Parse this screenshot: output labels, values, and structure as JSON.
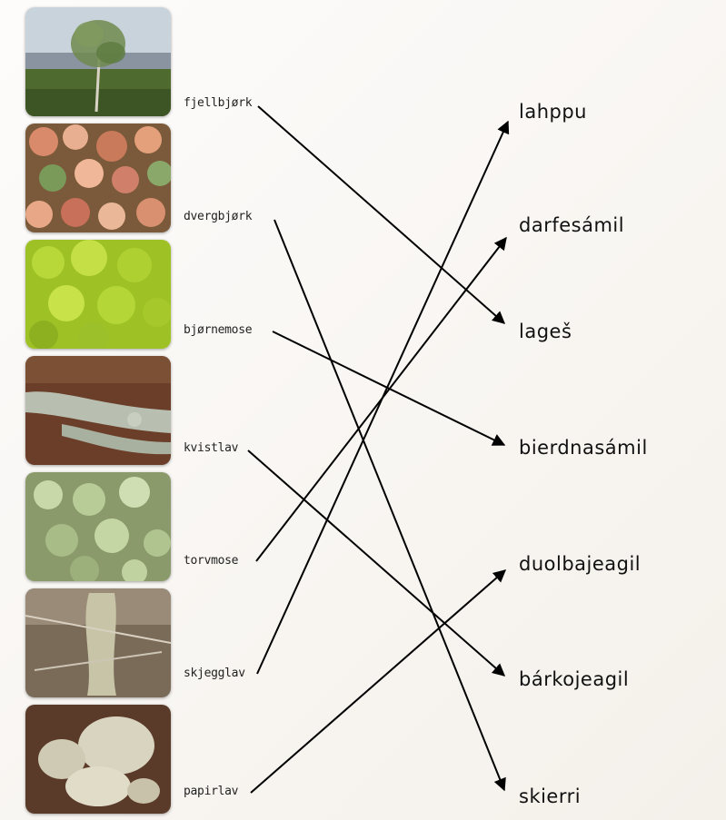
{
  "left_terms": [
    {
      "id": "fjellbjork",
      "text": "fjellbjørk",
      "photo": "mountain-birch"
    },
    {
      "id": "dvergbjork",
      "text": "dvergbjørk",
      "photo": "dwarf-birch"
    },
    {
      "id": "bjornemose",
      "text": "bjørnemose",
      "photo": "haircap-moss"
    },
    {
      "id": "kvistlav",
      "text": "kvistlav",
      "photo": "twig-lichen"
    },
    {
      "id": "torvmose",
      "text": "torvmose",
      "photo": "peat-moss"
    },
    {
      "id": "skjegglav",
      "text": "skjegglav",
      "photo": "beard-lichen"
    },
    {
      "id": "papirlav",
      "text": "papirlav",
      "photo": "paper-lichen"
    }
  ],
  "right_terms": [
    {
      "id": "lahppu",
      "text": "lahppu"
    },
    {
      "id": "darfesamil",
      "text": "darfesámil"
    },
    {
      "id": "lages",
      "text": "lageš"
    },
    {
      "id": "bierdnasamil",
      "text": "bierdnasámil"
    },
    {
      "id": "duolbajeagil",
      "text": "duolbajeagil"
    },
    {
      "id": "barkojeagil",
      "text": "bárkojeagil"
    },
    {
      "id": "skierri",
      "text": "skierri"
    }
  ],
  "matches": [
    {
      "from": "fjellbjork",
      "to": "lages"
    },
    {
      "from": "dvergbjork",
      "to": "skierri"
    },
    {
      "from": "bjornemose",
      "to": "bierdnasamil"
    },
    {
      "from": "kvistlav",
      "to": "barkojeagil"
    },
    {
      "from": "torvmose",
      "to": "darfesamil"
    },
    {
      "from": "skjegglav",
      "to": "lahppu"
    },
    {
      "from": "papirlav",
      "to": "duolbajeagil"
    }
  ],
  "colors": {
    "line": "#000000",
    "text": "#222222"
  }
}
